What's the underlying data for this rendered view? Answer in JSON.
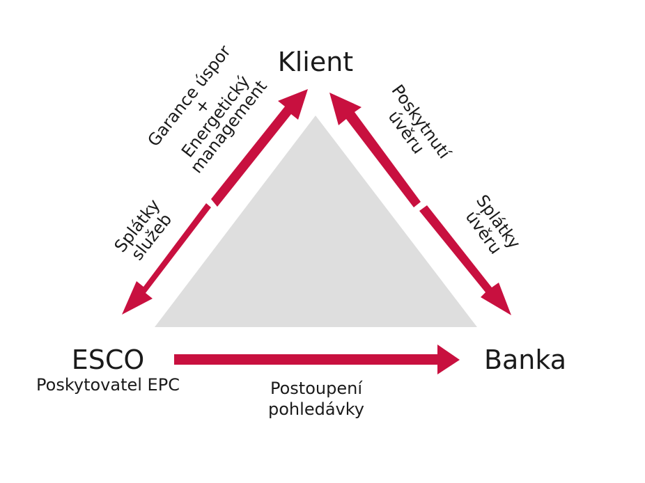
{
  "colors": {
    "arrow": "#c8103f",
    "triangle": "#dedede",
    "text": "#1a1a1a"
  },
  "nodes": {
    "client": {
      "label": "Klient"
    },
    "esco": {
      "label": "ESCO",
      "sublabel": "Poskytovatel EPC"
    },
    "bank": {
      "label": "Banka"
    }
  },
  "edges": {
    "esco_to_client": {
      "line1": "Garance úspor",
      "line2": "+",
      "line3": "Energetický",
      "line4": "management"
    },
    "client_to_esco": {
      "line1": "Splátky",
      "line2": "služeb"
    },
    "bank_to_client": {
      "line1": "Poskytnutí",
      "line2": "úvěru"
    },
    "client_to_bank": {
      "line1": "Splátky",
      "line2": "úvěru"
    },
    "esco_to_bank": {
      "line1": "Postoupení",
      "line2": "pohledávky"
    }
  }
}
